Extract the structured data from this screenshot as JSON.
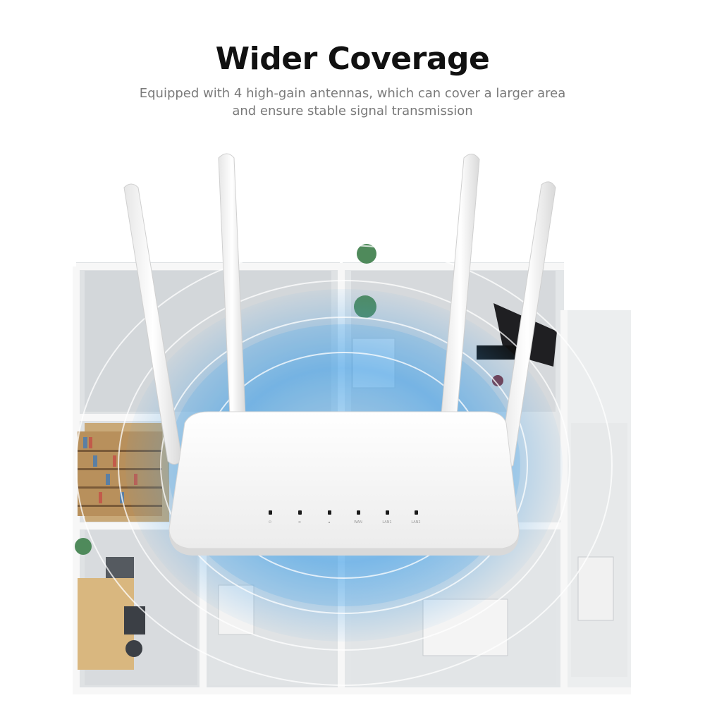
{
  "header": {
    "title": "Wider Coverage",
    "subtitle": "Equipped with 4 high-gain antennas, which can cover a larger area and ensure stable signal transmission"
  },
  "router": {
    "led_labels": [
      "",
      "",
      "",
      "WAN",
      "LAN1",
      "LAN2"
    ],
    "led_icons": [
      "power-icon",
      "wifi-icon",
      "signal-icon"
    ]
  },
  "colors": {
    "title": "#111111",
    "subtitle": "#7a7a7a",
    "coverage_blue": "#3f9ee8",
    "router_body": "#f4f4f4",
    "floor_gray": "#cfd3d6"
  }
}
